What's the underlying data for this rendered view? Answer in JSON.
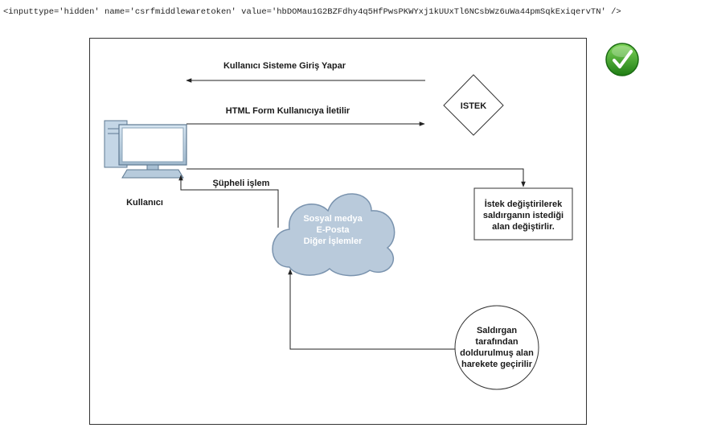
{
  "header": {
    "code_snippet": "<inputtype='hidden' name='csrfmiddlewaretoken' value='hbDOMau1G2BZFdhy4q5HfPwsPKWYxj1kUUxTl6NCsbWz6uWa44pmSqkExiqervTN' />"
  },
  "diagram": {
    "arrow_login_label": "Kullanıcı Sisteme Giriş Yapar",
    "arrow_form_label": "HTML Form Kullanıcıya İletilir",
    "arrow_suspicious_label": "Şüpheli işlem",
    "request_label": "ISTEK",
    "user_label": "Kullanıcı",
    "cloud_lines": [
      "Sosyal medya",
      "E-Posta",
      "Diğer İşlemler"
    ],
    "box_lines": [
      "İstek değiştirilerek",
      "saldırganın istediği",
      "alan değiştirlir."
    ],
    "circle_lines": [
      "Saldırgan",
      "tarafından",
      "doldurulmuş alan",
      "harekete geçirilir"
    ],
    "status_icon": "check-icon",
    "status_color": "#2e9e1e"
  }
}
